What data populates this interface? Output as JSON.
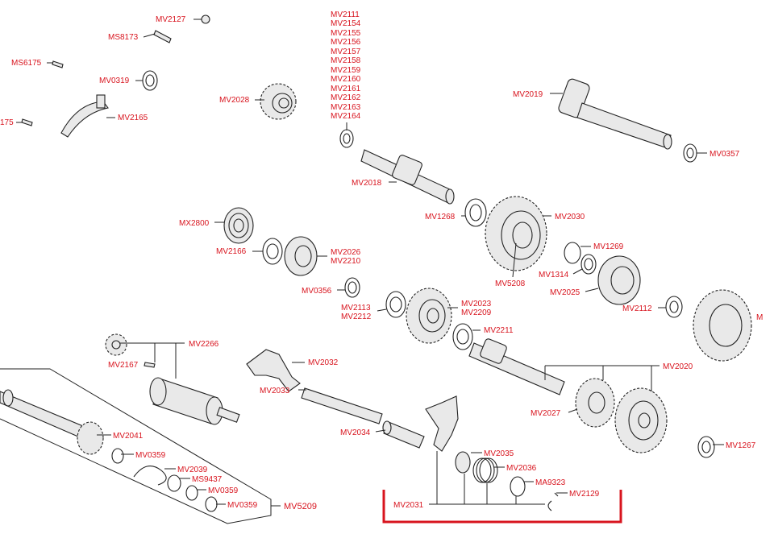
{
  "labels": {
    "mv2127": "MV2127",
    "ms8173": "MS8173",
    "ms6175": "MS6175",
    "mv0319": "MV0319",
    "left175": "175",
    "mv2165": "MV2165",
    "mv2028": "MV2028",
    "mv2019": "MV2019",
    "mv0357": "MV0357",
    "mv2018": "MV2018",
    "mx2800": "MX2800",
    "mv1268": "MV1268",
    "mv2030": "MV2030",
    "mv2166": "MV2166",
    "mv2026": "MV2026",
    "mv2210": "MV2210",
    "mv1269": "MV1269",
    "mv1314": "MV1314",
    "mv5208": "MV5208",
    "mv0356": "MV0356",
    "mv2025": "MV2025",
    "mv2023": "MV2023",
    "mv2209": "MV2209",
    "mv2113": "MV2113",
    "mv2212": "MV2212",
    "mv2112": "MV2112",
    "m_cut": "M",
    "mv2211": "MV2211",
    "mv2266": "MV2266",
    "mv2032": "MV2032",
    "mv2167": "MV2167",
    "mv2020": "MV2020",
    "mv2033": "MV2033",
    "mv2027": "MV2027",
    "mv2041": "MV2041",
    "mv2034": "MV2034",
    "mv1267": "MV1267",
    "mv0359a": "MV0359",
    "mv2035": "MV2035",
    "mv2039": "MV2039",
    "ms9437": "MS9437",
    "mv2036": "MV2036",
    "mv0359b": "MV0359",
    "ma9323": "MA9323",
    "mv0359c": "MV0359",
    "mv5209": "MV5209",
    "mv2129": "MV2129",
    "mv2031": "MV2031"
  },
  "label_stack": [
    "MV2111",
    "MV2154",
    "MV2155",
    "MV2156",
    "MV2157",
    "MV2158",
    "MV2159",
    "MV2160",
    "MV2161",
    "MV2162",
    "MV2163",
    "MV2164"
  ],
  "colors": {
    "label": "#d8141e",
    "line": "#222222",
    "highlight": "#d8141e"
  }
}
